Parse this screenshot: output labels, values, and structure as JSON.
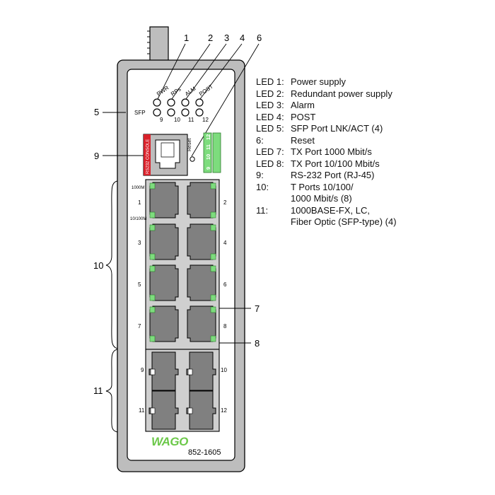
{
  "callouts": {
    "top": [
      "1",
      "2",
      "3",
      "4",
      "6"
    ],
    "left": {
      "sfp": "5",
      "console": "9",
      "tports": "10",
      "fiber": "11"
    },
    "right": {
      "tx1000": "7",
      "tx10100": "8"
    }
  },
  "device": {
    "led_labels": [
      "PWR",
      "RPs",
      "ALM",
      "POST"
    ],
    "sfp_label": "SFP",
    "sfp_led_numbers": [
      "9",
      "10",
      "11",
      "12"
    ],
    "console_label": "RS232 CONSOLE",
    "reset_label": "Reset",
    "speed_labels": {
      "top": "1000M",
      "bottom": "10/100M"
    },
    "port_numbers_left": [
      "1",
      "3",
      "5",
      "7"
    ],
    "port_numbers_right": [
      "2",
      "4",
      "6",
      "8"
    ],
    "fiber_numbers_left": [
      "9",
      "11"
    ],
    "fiber_numbers_right": [
      "10",
      "12"
    ],
    "side_port_numbers": [
      "9",
      "10",
      "11",
      "12"
    ],
    "brand": "WAGO",
    "model": "852-1605"
  },
  "legend": [
    {
      "key": "LED 1:",
      "value": "Power supply"
    },
    {
      "key": "LED 2:",
      "value": "Redundant power supply"
    },
    {
      "key": "LED 3:",
      "value": "Alarm"
    },
    {
      "key": "LED 4:",
      "value": "POST"
    },
    {
      "key": "LED 5:",
      "value": "SFP Port LNK/ACT (4)"
    },
    {
      "key": "6:",
      "value": "Reset"
    },
    {
      "key": "LED 7:",
      "value": "TX Port 1000 Mbit/s"
    },
    {
      "key": "LED 8:",
      "value": "TX Port 10/100 Mbit/s"
    },
    {
      "key": "9:",
      "value": "RS-232 Port (RJ-45)"
    },
    {
      "key": "10:",
      "value": "T Ports 10/100/"
    },
    {
      "key": "",
      "value": "1000 Mbit/s (8)"
    },
    {
      "key": "11:",
      "value": "1000BASE-FX, LC,"
    },
    {
      "key": "",
      "value": "Fiber Optic (SFP-type) (4)"
    }
  ],
  "colors": {
    "led_green": "#7ddc7d",
    "brand_green": "#6cc84a",
    "console_red": "#d8212a",
    "port_gray": "#808080",
    "body_gray": "#bdbdbd"
  }
}
